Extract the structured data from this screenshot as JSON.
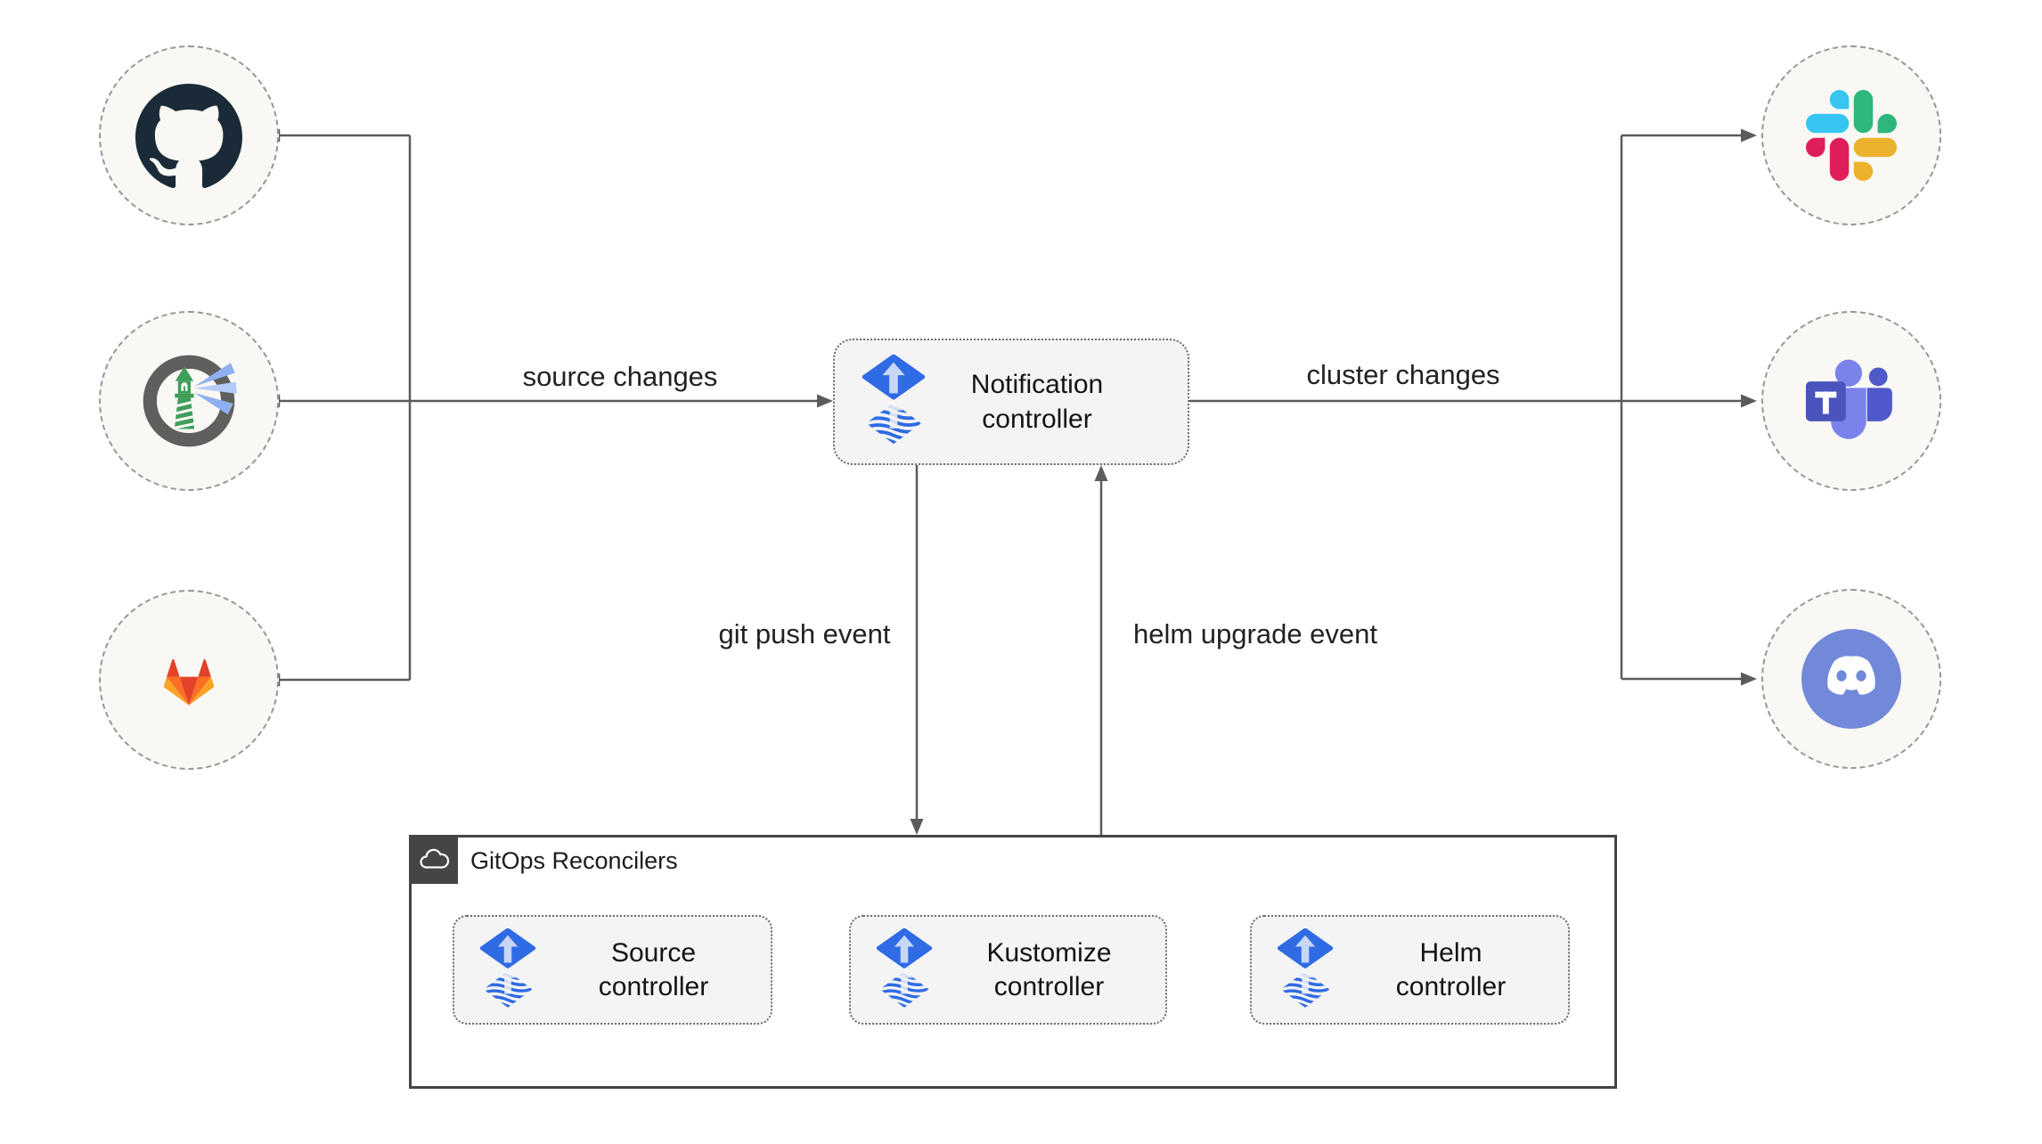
{
  "edges": {
    "source_changes": "source changes",
    "cluster_changes": "cluster changes",
    "git_push_event": "git push event",
    "helm_upgrade_event": "helm upgrade event"
  },
  "notification_controller": {
    "label": "Notification controller",
    "icon": "flux-icon"
  },
  "reconcilers": {
    "title": "GitOps Reconcilers",
    "badge_icon": "cloud-icon",
    "items": [
      {
        "label": "Source controller",
        "icon": "flux-icon"
      },
      {
        "label": "Kustomize controller",
        "icon": "flux-icon"
      },
      {
        "label": "Helm controller",
        "icon": "flux-icon"
      }
    ]
  },
  "sources": [
    {
      "icon": "github-icon"
    },
    {
      "icon": "harbor-icon"
    },
    {
      "icon": "gitlab-icon"
    }
  ],
  "targets": [
    {
      "icon": "slack-icon"
    },
    {
      "icon": "teams-icon"
    },
    {
      "icon": "discord-icon"
    }
  ],
  "colors": {
    "line": "#5b5b5b",
    "node_fill": "#f4f4f4",
    "node_border": "#6c6c6c",
    "endpoint_fill": "#f9f8f4",
    "endpoint_border": "#979797",
    "container_border": "#454545",
    "flux_blue": "#2f6be4",
    "flux_arrow": "#c9d7f6",
    "github": "#1b2a38",
    "harbor_green": "#3f9e5a",
    "harbor_ring": "#5f605d",
    "gitlab": [
      "#e24329",
      "#fc6d26",
      "#fca326"
    ],
    "slack": [
      "#36C5F0",
      "#2EB67D",
      "#ECB22E",
      "#E01E5A"
    ],
    "teams": [
      "#4b53bc",
      "#7b83eb",
      "#5059c9"
    ],
    "discord": "#7289da"
  }
}
